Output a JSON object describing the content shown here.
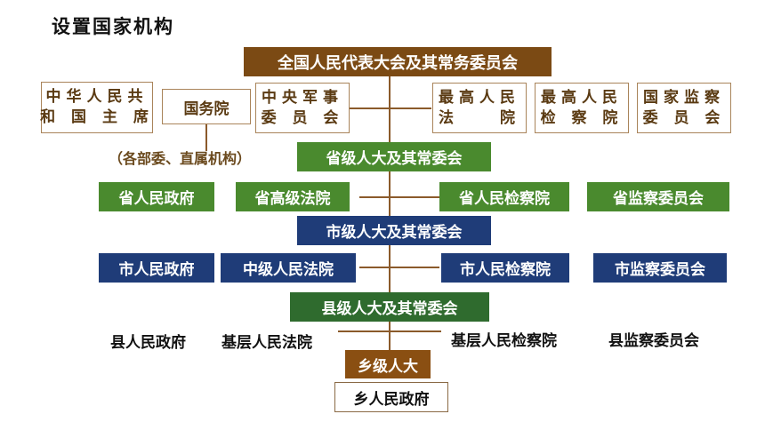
{
  "title": "设置国家机构",
  "national": {
    "npc": "全国人民代表大会及其常务委员会",
    "president": [
      "中华人民共",
      "和 国 主 席"
    ],
    "state_council": "国务院",
    "military": [
      "中央军事",
      "委 员 会"
    ],
    "court": [
      "最高人民",
      "法　　院"
    ],
    "procuratorate": [
      "最高人民",
      "检 察 院"
    ],
    "supervision": [
      "国家监察",
      "委 员 会"
    ],
    "ministries_note": "（各部委、直属机构）"
  },
  "provincial": {
    "congress": "省级人大及其常委会",
    "government": "省人民政府",
    "court": "省高级法院",
    "procuratorate": "省人民检察院",
    "supervision": "省监察委员会"
  },
  "city": {
    "congress": "市级人大及其常委会",
    "government": "市人民政府",
    "court": "中级人民法院",
    "procuratorate": "市人民检察院",
    "supervision": "市监察委员会"
  },
  "county": {
    "congress": "县级人大及其常委会",
    "government": "县人民政府",
    "court": "基层人民法院",
    "procuratorate": "基层人民检察院",
    "supervision": "县监察委员会"
  },
  "township": {
    "congress": "乡级人大",
    "government": "乡人民政府"
  },
  "colors": {
    "national": "#7b4a14",
    "provincial": "#4a8a2e",
    "city": "#1f3c78",
    "connector": "#8b5a2b"
  }
}
